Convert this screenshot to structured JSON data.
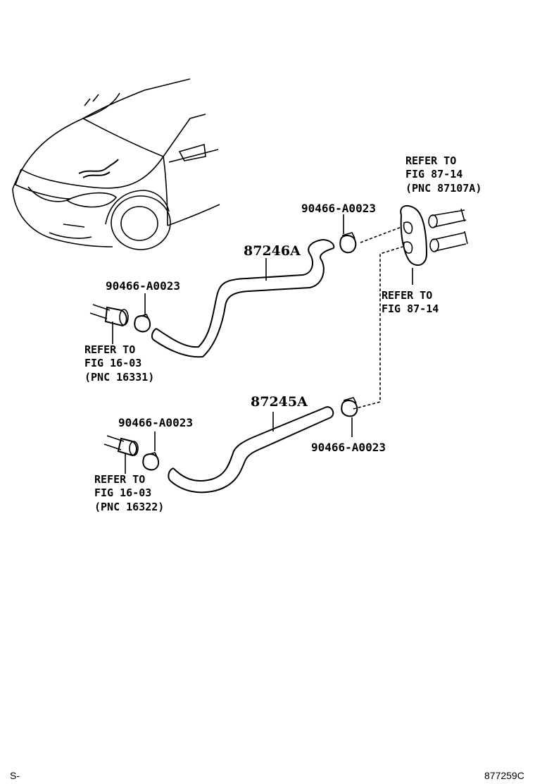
{
  "labels": {
    "clip_upper_right": "90466-A0023",
    "clip_upper_left": "90466-A0023",
    "clip_lower_left": "90466-A0023",
    "clip_lower_right": "90466-A0023",
    "hose_upper": "87246A",
    "hose_lower": "87245A"
  },
  "refer_top_right": [
    "REFER TO",
    "FIG 87-14",
    "(PNC 87107A)"
  ],
  "refer_mid_right": [
    "REFER TO",
    "FIG 87-14"
  ],
  "refer_upper_left": [
    "REFER TO",
    "FIG 16-03",
    "(PNC 16331)"
  ],
  "refer_lower_left": [
    "REFER TO",
    "FIG 16-03",
    "(PNC 16322)"
  ],
  "footer": {
    "left_code": "S-",
    "illustration_id": "877259C"
  }
}
